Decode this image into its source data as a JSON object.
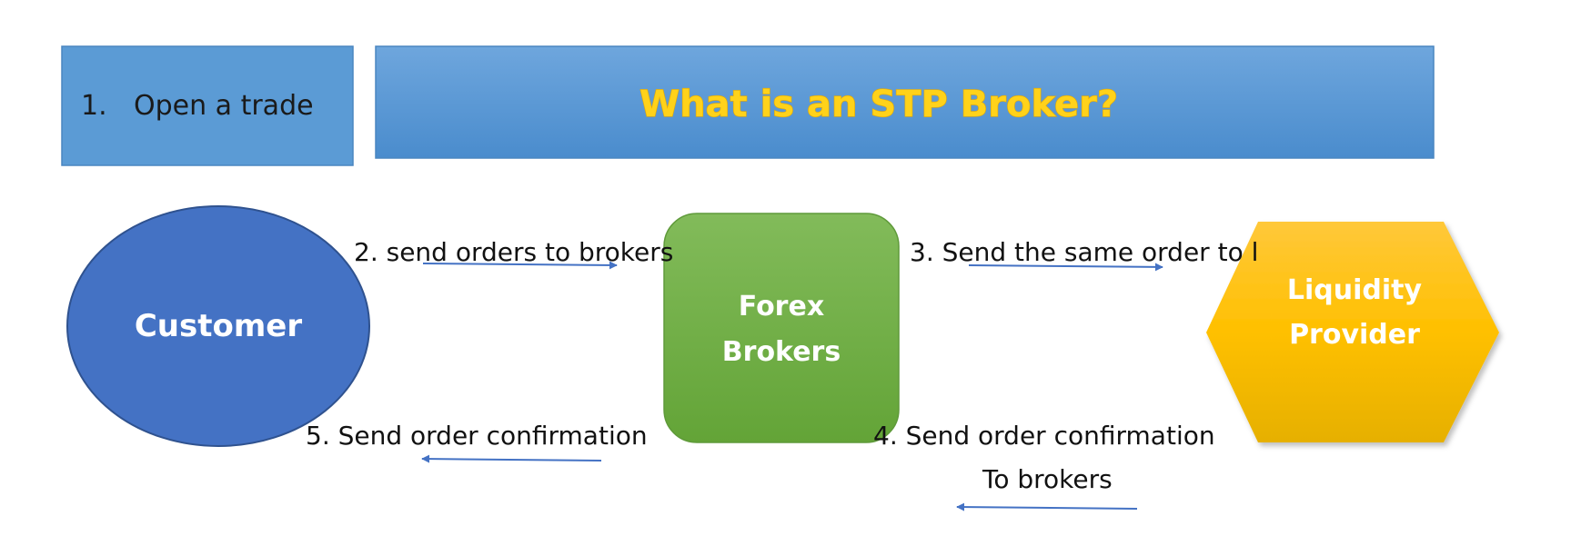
{
  "header": {
    "step1_number": "1.",
    "step1_label": "Open a trade",
    "title": "What is an STP Broker?"
  },
  "nodes": {
    "customer": "Customer",
    "brokers_line1": "Forex",
    "brokers_line2": "Brokers",
    "provider_line1": "Liquidity",
    "provider_line2": "Provider"
  },
  "edges": {
    "step2": "2. send orders to brokers",
    "step3": "3. Send the same order to l",
    "step4_line1": "4. Send order confirmation",
    "step4_line2": "To brokers",
    "step5": "5. Send order confirmation"
  },
  "colors": {
    "header_box": "#5b9bd5",
    "customer": "#4472c4",
    "brokers": "#70ad47",
    "provider": "#ffc000",
    "arrow": "#4472c4",
    "title_text": "#ffd21a"
  }
}
